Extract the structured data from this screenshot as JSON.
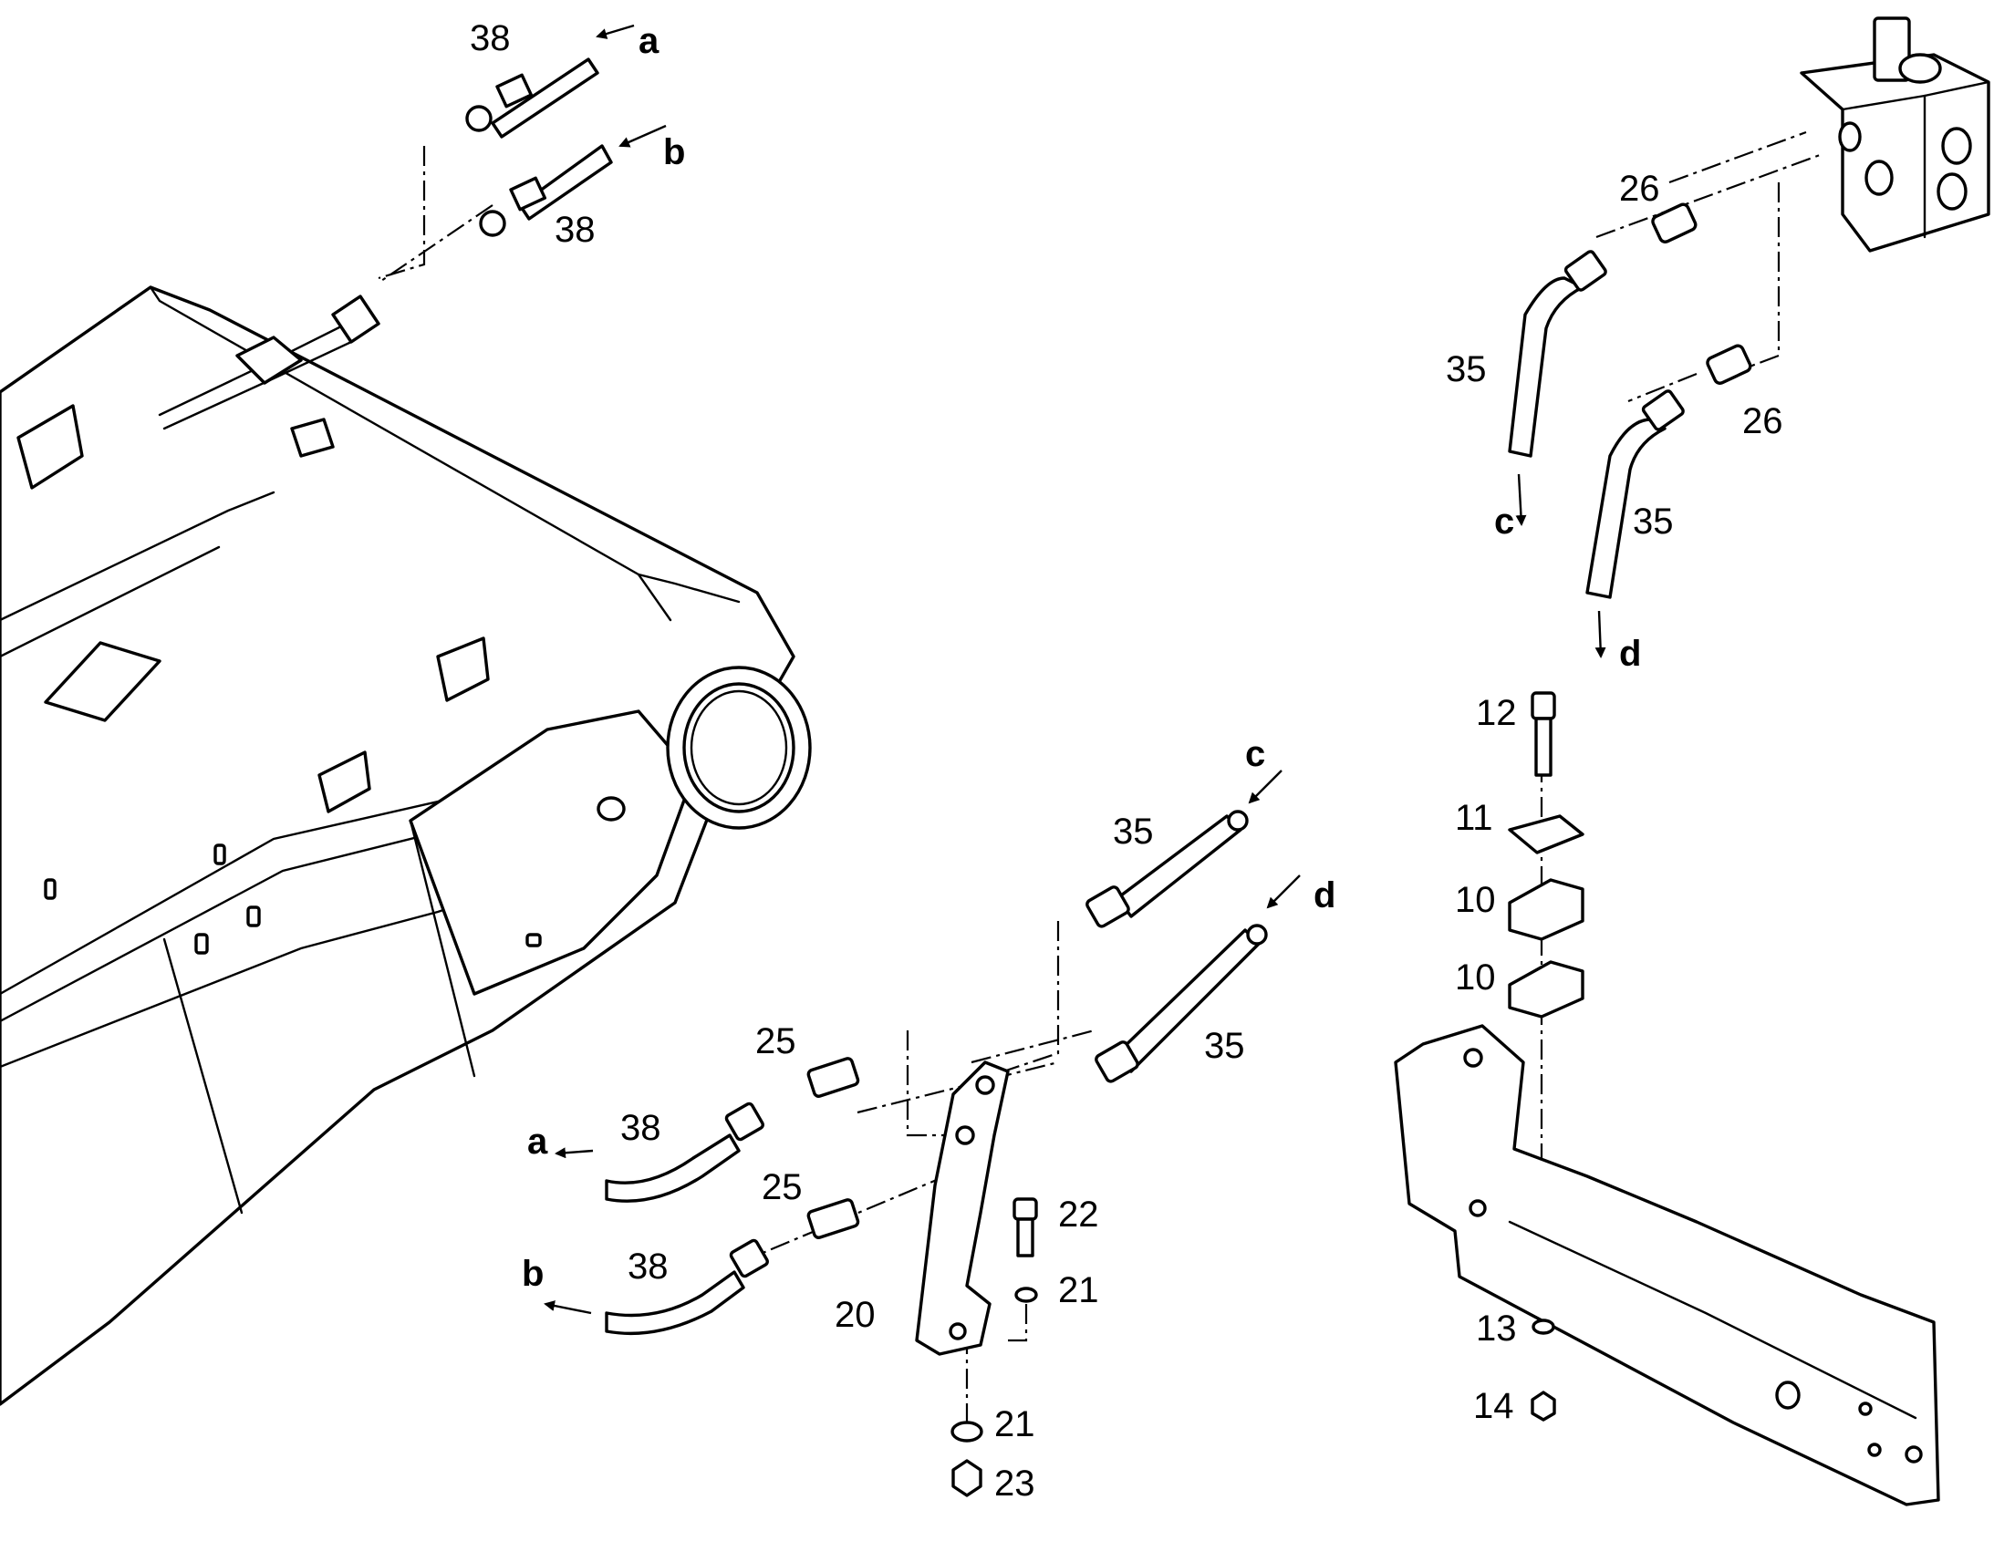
{
  "callouts": [
    {
      "id": "c38a",
      "text": "38"
    },
    {
      "id": "c38b",
      "text": "38"
    },
    {
      "id": "c26a",
      "text": "26"
    },
    {
      "id": "c26b",
      "text": "26"
    },
    {
      "id": "c35a",
      "text": "35"
    },
    {
      "id": "c35b",
      "text": "35"
    },
    {
      "id": "c12",
      "text": "12"
    },
    {
      "id": "c11",
      "text": "11"
    },
    {
      "id": "c10a",
      "text": "10"
    },
    {
      "id": "c10b",
      "text": "10"
    },
    {
      "id": "c13",
      "text": "13"
    },
    {
      "id": "c14",
      "text": "14"
    },
    {
      "id": "c35c",
      "text": "35"
    },
    {
      "id": "c35d",
      "text": "35"
    },
    {
      "id": "c25a",
      "text": "25"
    },
    {
      "id": "c25b",
      "text": "25"
    },
    {
      "id": "c38c",
      "text": "38"
    },
    {
      "id": "c38d",
      "text": "38"
    },
    {
      "id": "c22",
      "text": "22"
    },
    {
      "id": "c21a",
      "text": "21"
    },
    {
      "id": "c20",
      "text": "20"
    },
    {
      "id": "c21b",
      "text": "21"
    },
    {
      "id": "c23",
      "text": "23"
    }
  ],
  "connections": [
    {
      "id": "la",
      "text": "a"
    },
    {
      "id": "lb",
      "text": "b"
    },
    {
      "id": "lc",
      "text": "c"
    },
    {
      "id": "ld",
      "text": "d"
    },
    {
      "id": "lc2",
      "text": "c"
    },
    {
      "id": "ld2",
      "text": "d"
    },
    {
      "id": "la2",
      "text": "a"
    },
    {
      "id": "lb2",
      "text": "b"
    }
  ]
}
